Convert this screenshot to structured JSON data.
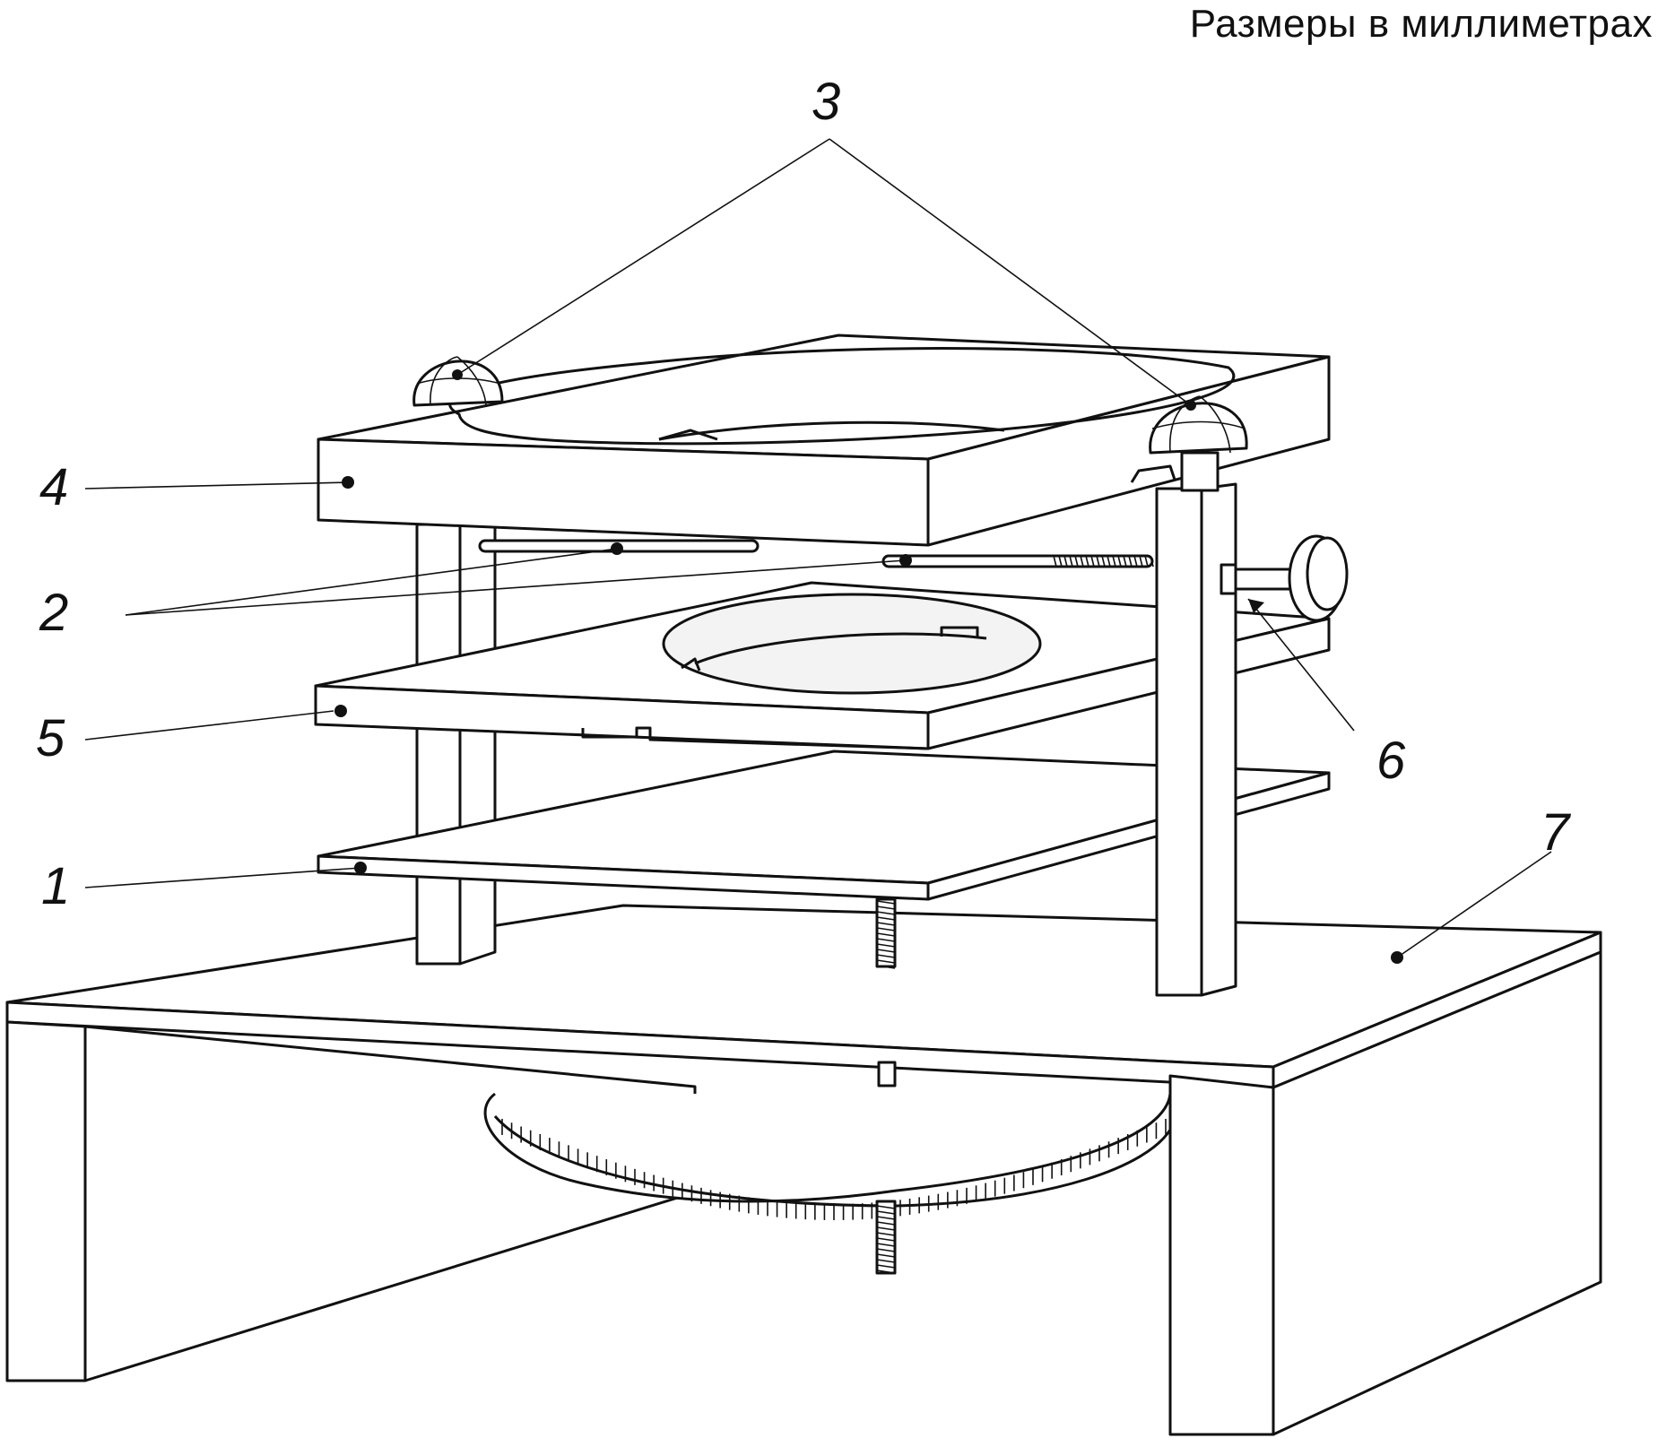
{
  "caption": "Размеры в миллиметрах",
  "callouts": [
    {
      "id": "1",
      "label": "1"
    },
    {
      "id": "2",
      "label": "2"
    },
    {
      "id": "3",
      "label": "3"
    },
    {
      "id": "4",
      "label": "4"
    },
    {
      "id": "5",
      "label": "5"
    },
    {
      "id": "6",
      "label": "6"
    },
    {
      "id": "7",
      "label": "7"
    }
  ]
}
